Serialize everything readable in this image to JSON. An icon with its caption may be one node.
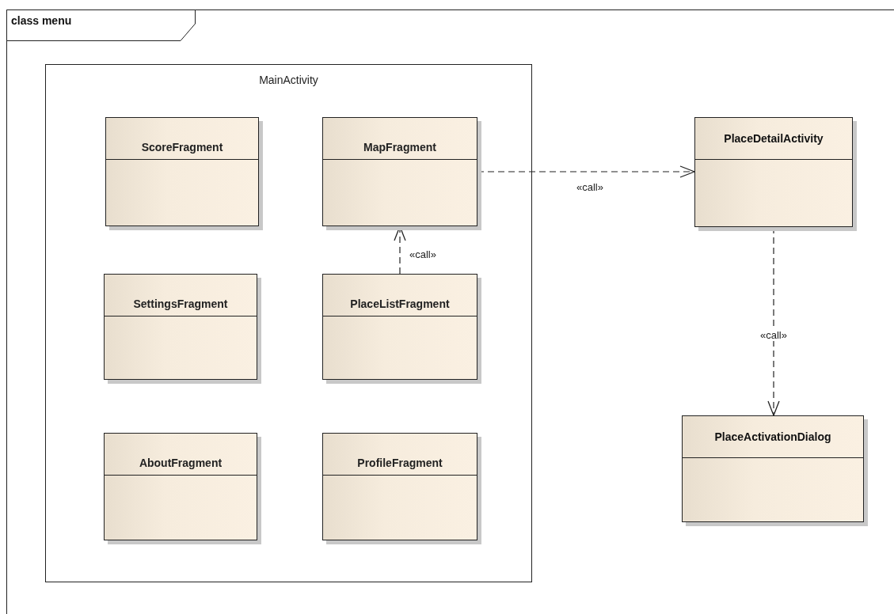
{
  "diagram": {
    "title": "class menu",
    "nodes": [
      {
        "text": [
          "MainActivity"
        ]
      },
      {
        "text": [
          "ScoreFragment"
        ],
        "in": 0
      },
      {
        "text": [
          "MapFragment"
        ],
        "in": 0
      },
      {
        "text": [
          "SettingsFragment"
        ],
        "in": 0
      },
      {
        "text": [
          "PlaceListFragment"
        ],
        "in": 0
      },
      {
        "text": [
          "AboutFragment"
        ],
        "in": 0
      },
      {
        "text": [
          "ProfileFragment"
        ],
        "in": 0
      },
      {
        "text": [
          "PlaceDetailActivity"
        ]
      },
      {
        "text": [
          "PlaceActivationDialog"
        ]
      }
    ],
    "edges": [
      {
        "from": 2,
        "to": 7,
        "arrow": "to",
        "label": "«call»",
        "style": "dashed"
      },
      {
        "from": 4,
        "to": 2,
        "arrow": "to",
        "label": "«call»",
        "style": "dashed"
      },
      {
        "from": 7,
        "to": 8,
        "arrow": "to",
        "label": "«call»",
        "style": "dashed"
      }
    ]
  }
}
